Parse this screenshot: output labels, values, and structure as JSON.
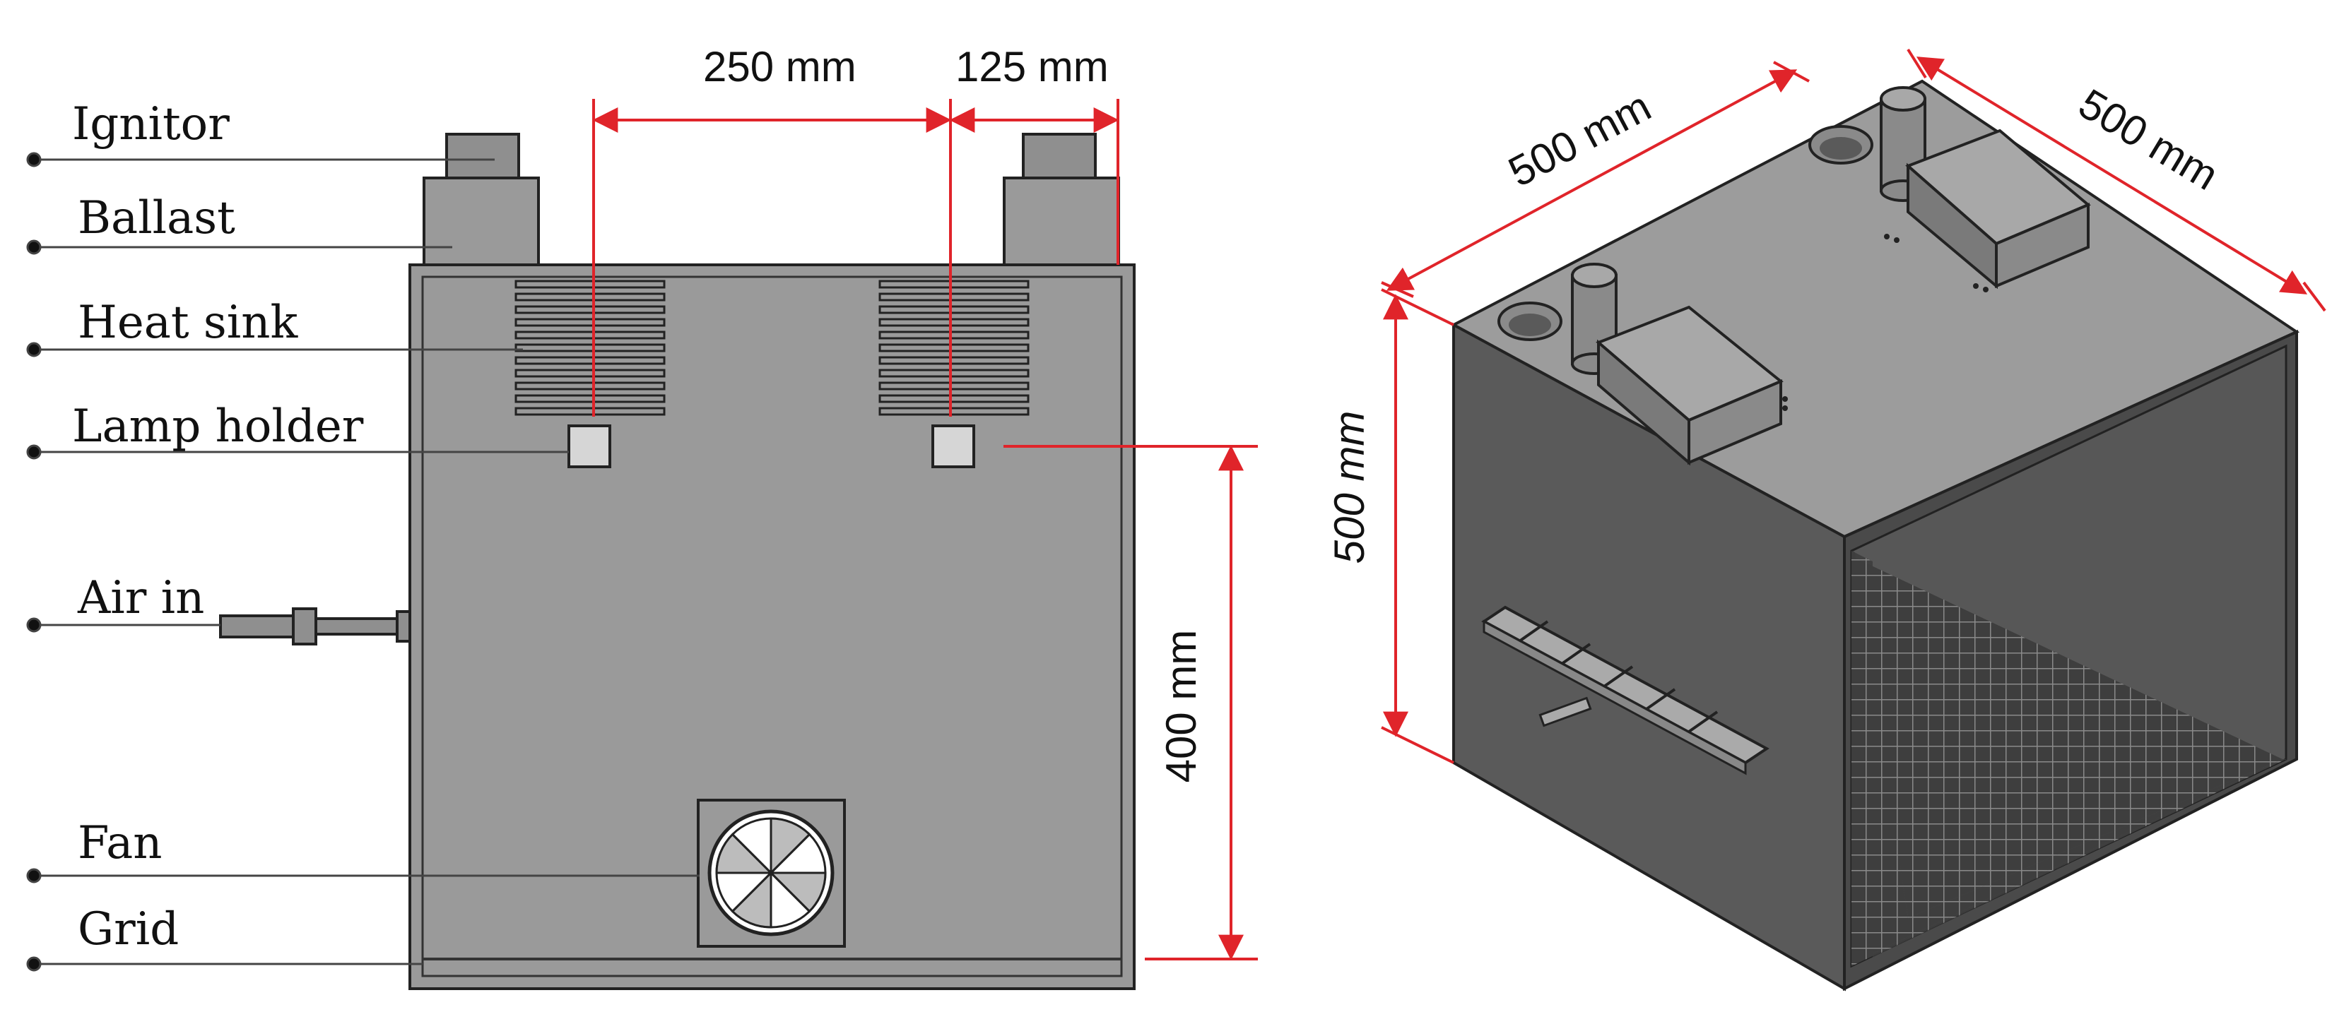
{
  "front_view": {
    "labels": [
      "Ignitor",
      "Ballast",
      "Heat sink",
      "Lamp holder",
      "Air in",
      "Fan",
      "Grid"
    ],
    "dimensions": {
      "top_left": "250 mm",
      "top_right": "125 mm",
      "height": "400 mm"
    }
  },
  "iso_view": {
    "dimensions": {
      "width": "500 mm",
      "depth": "500 mm",
      "height": "500 mm"
    }
  },
  "colors": {
    "body": "#9a9a9a",
    "dark_side": "#5a5a5a",
    "dimension": "#e0242a",
    "outline": "#222222"
  }
}
